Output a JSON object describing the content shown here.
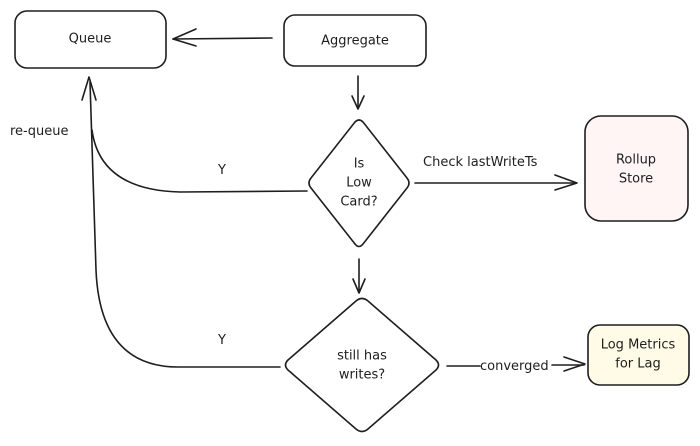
{
  "diagram": {
    "nodes": {
      "queue": {
        "label": "Queue",
        "fill": "#b2f2bb"
      },
      "aggregate": {
        "label": "Aggregate",
        "fill": "#a5d8ff"
      },
      "is_low_card": {
        "lines": [
          "Is",
          "Low",
          "Card?"
        ],
        "fill": "#a5d8ff"
      },
      "rollup_store": {
        "lines": [
          "Rollup",
          "Store"
        ],
        "fill": "#ffc9c9"
      },
      "still_has_writes": {
        "lines": [
          "still has",
          "writes?"
        ],
        "fill": "#a5d8ff"
      },
      "log_metrics": {
        "lines": [
          "Log Metrics",
          "for Lag"
        ],
        "fill": "#ffec99"
      }
    },
    "edges": {
      "aggregate_to_queue": {
        "label": ""
      },
      "aggregate_to_lowcard": {
        "label": ""
      },
      "lowcard_to_rollup": {
        "label": "Check lastWriteTs"
      },
      "lowcard_to_writes": {
        "label": ""
      },
      "lowcard_yes": {
        "label": "Y"
      },
      "writes_yes": {
        "label": "Y"
      },
      "requeue": {
        "label": "re-queue"
      },
      "writes_to_log": {
        "label": "converged"
      }
    }
  }
}
